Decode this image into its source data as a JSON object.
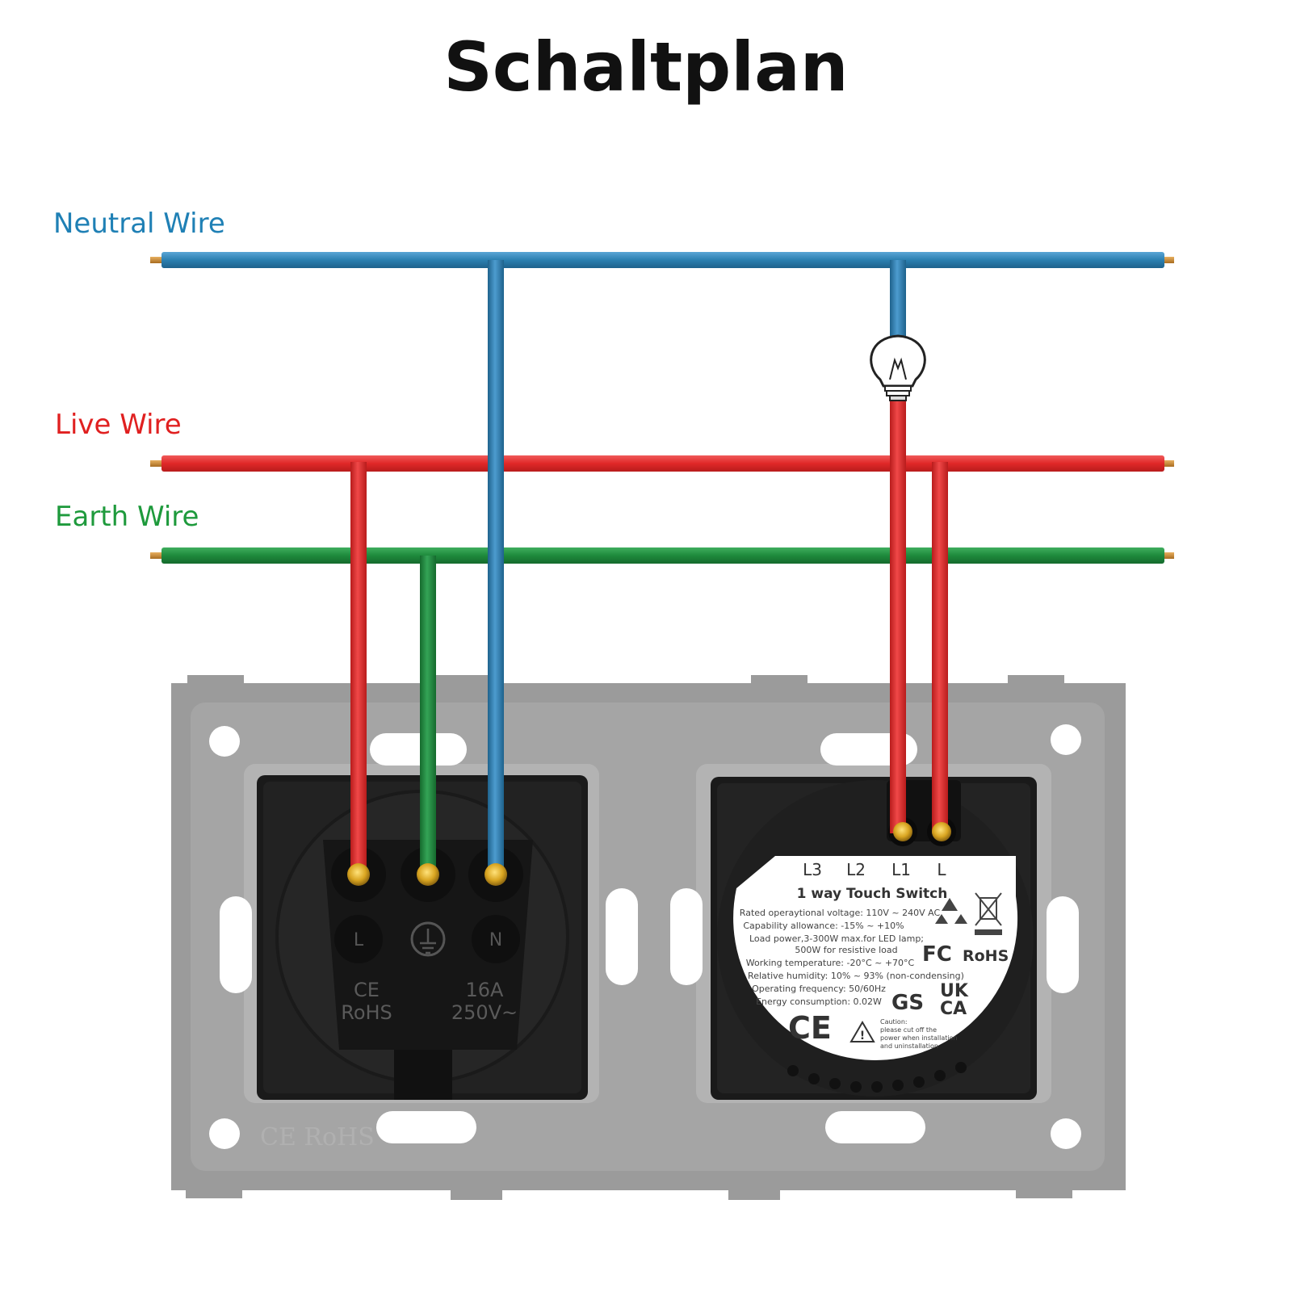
{
  "title": "Schaltplan",
  "wires": {
    "neutral": {
      "label": "Neutral Wire",
      "color": "#2b7fb0"
    },
    "live": {
      "label": "Live Wire",
      "color": "#e02828"
    },
    "earth": {
      "label": "Earth Wire",
      "color": "#1e8a3c"
    }
  },
  "socket": {
    "terminal_l": "L",
    "terminal_n": "N",
    "mark_ce": "CE",
    "mark_rohs": "RoHS",
    "rating_current": "16A",
    "rating_voltage": "250V~"
  },
  "plate": {
    "mark": "CE RoHS"
  },
  "switch_label": {
    "terminals": [
      "L3",
      "L2",
      "L1",
      "L"
    ],
    "product": "1  way Touch  Switch",
    "specs": [
      "Rated operaytional voltage: 110V ~ 240V AC",
      "Capability allowance: -15% ~ +10%",
      "Load power,3-300W max.for LED lamp;",
      "500W for resistive load",
      "Working temperature: -20°C ~ +70°C",
      "Relative humidity: 10% ~ 93% (non-condensing)",
      "Operating frequency: 50/60Hz",
      "Energy consumption: 0.02W"
    ],
    "fc": "FC",
    "rohs": "RoHS",
    "ce": "CE",
    "gs": "GS",
    "ukca_top": "UK",
    "ukca_bottom": "CA",
    "caution": [
      "Caution:",
      "please cut off the",
      "power when installation",
      "and uninstallation"
    ]
  }
}
